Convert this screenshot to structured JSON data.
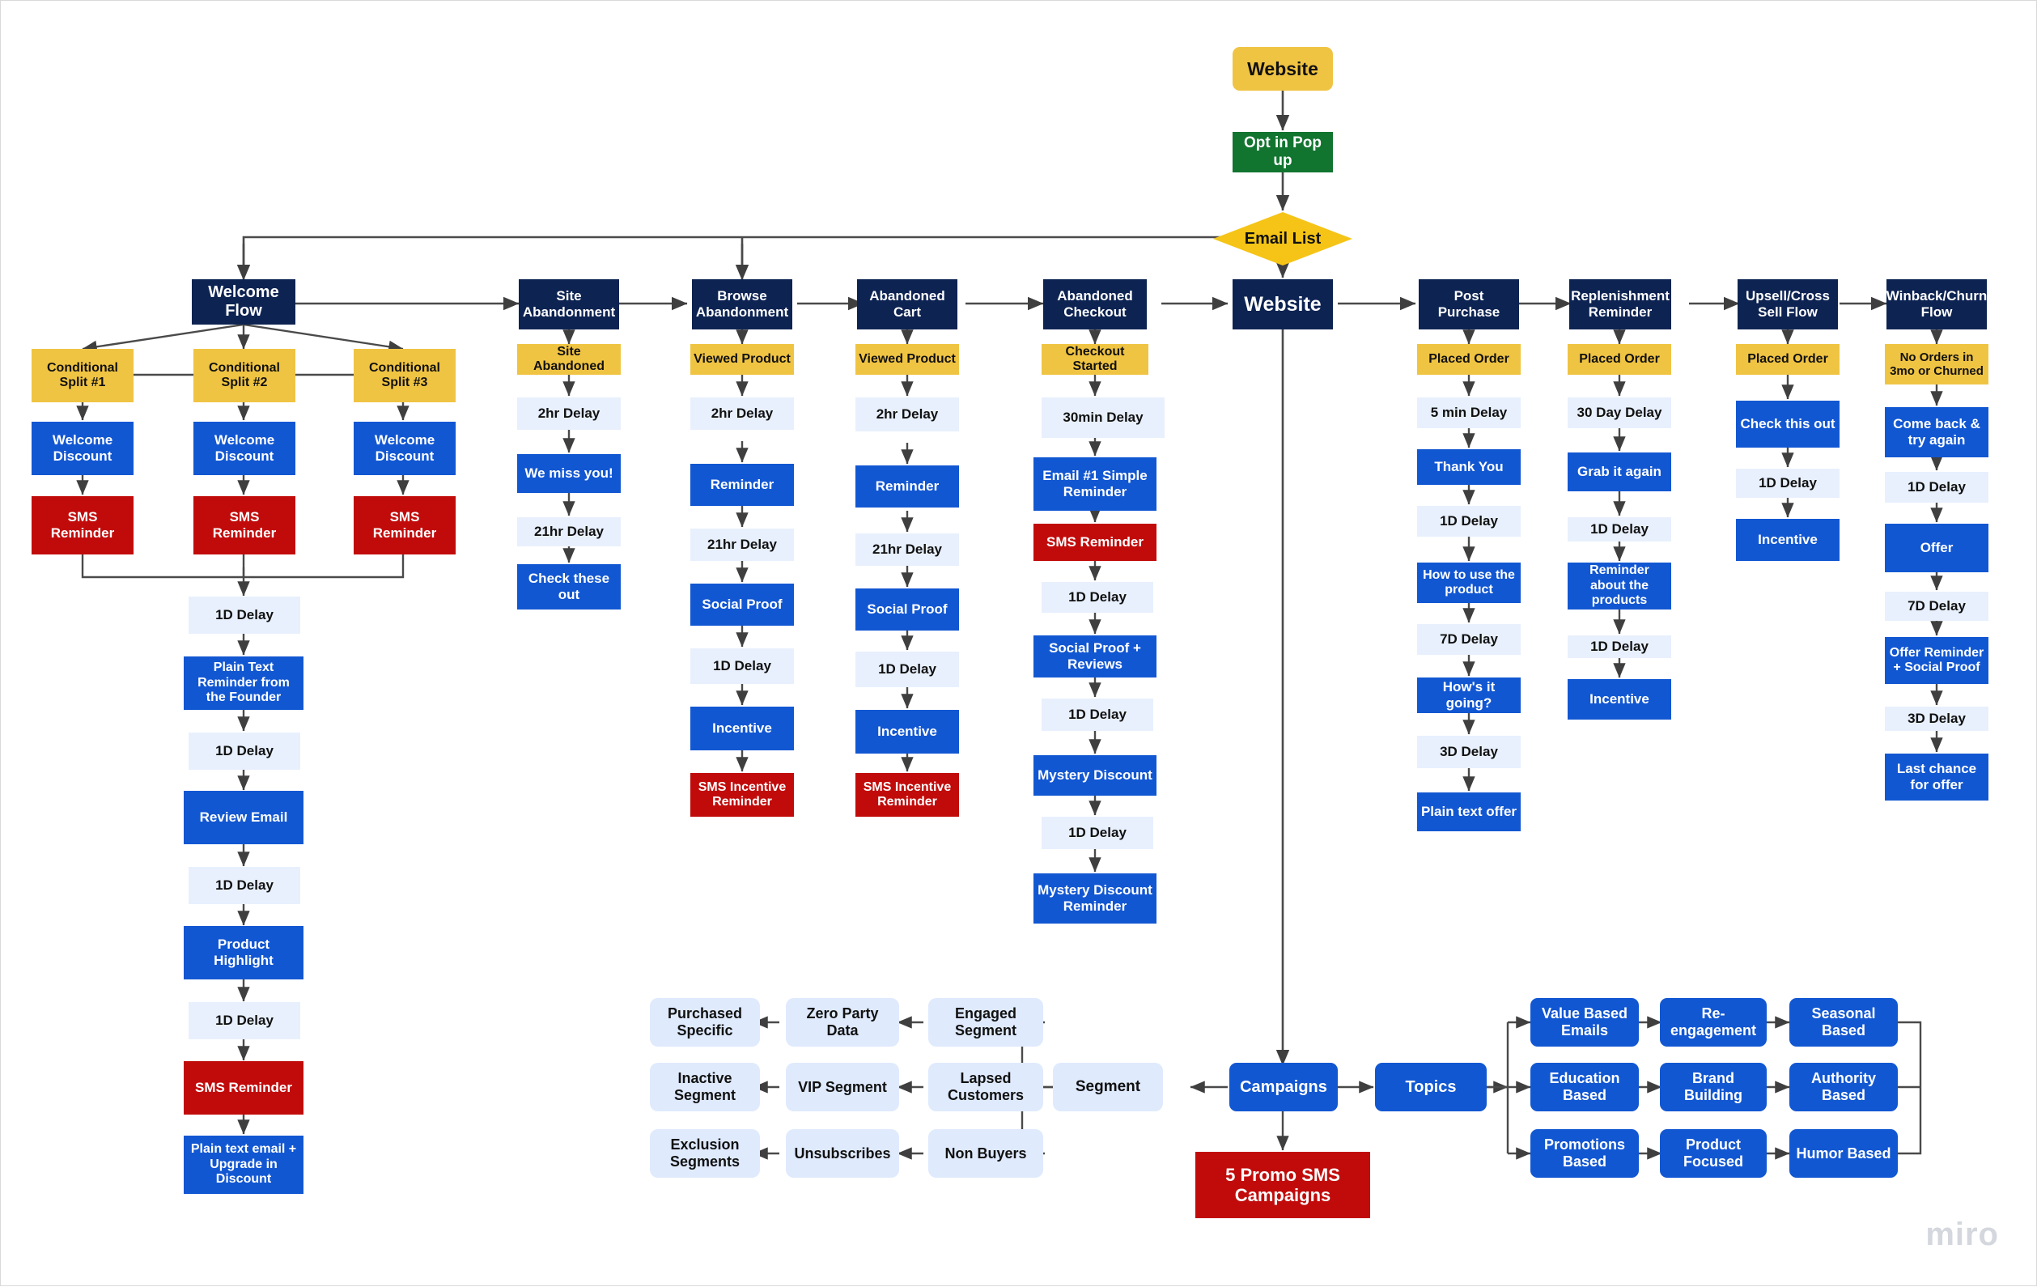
{
  "board": {
    "watermark": "miro",
    "colors": {
      "navy": "#0d2352",
      "gold": "#f0c443",
      "gold_diamond": "#f5c416",
      "green": "#11742f",
      "blue": "#1257d2",
      "red": "#c10b0b",
      "pale_blue": "#e8f0fd",
      "wire": "#4a4a4a",
      "background": "#ffffff"
    }
  },
  "entry": {
    "website_source": "Website",
    "opt_in": "Opt in Pop up",
    "email_list": "Email List",
    "website_hub": "Website"
  },
  "flows": [
    {
      "id": "welcome-flow",
      "header": "Welcome Flow",
      "splits": [
        "Conditional Split #1",
        "Conditional Split #2",
        "Conditional Split #3"
      ],
      "welcome_discount": "Welcome Discount",
      "sms_reminder": "SMS Reminder",
      "tail": [
        "1D Delay",
        "Plain Text Reminder from the Founder",
        "1D Delay",
        "Review Email",
        "1D Delay",
        "Product Highlight",
        "1D Delay",
        "SMS Reminder",
        "Plain text email + Upgrade in Discount"
      ]
    },
    {
      "id": "site-abandonment",
      "header": "Site Abandonment",
      "steps": [
        "Site Abandoned",
        "2hr Delay",
        "We miss you!",
        "21hr Delay",
        "Check these out"
      ]
    },
    {
      "id": "browse-abandonment",
      "header": "Browse Abandonment",
      "steps": [
        "Viewed Product",
        "2hr Delay",
        "Reminder",
        "21hr Delay",
        "Social Proof",
        "1D Delay",
        "Incentive",
        "SMS Incentive Reminder"
      ]
    },
    {
      "id": "abandoned-cart",
      "header": "Abandoned Cart",
      "steps": [
        "Viewed Product",
        "2hr Delay",
        "Reminder",
        "21hr Delay",
        "Social Proof",
        "1D Delay",
        "Incentive",
        "SMS Incentive Reminder"
      ]
    },
    {
      "id": "abandoned-checkout",
      "header": "Abandoned Checkout",
      "steps": [
        "Checkout Started",
        "30min Delay",
        "Email #1 Simple Reminder",
        "SMS Reminder",
        "1D Delay",
        "Social Proof + Reviews",
        "1D Delay",
        "Mystery Discount",
        "1D Delay",
        "Mystery Discount Reminder"
      ]
    },
    {
      "id": "post-purchase",
      "header": "Post Purchase",
      "steps": [
        "Placed Order",
        "5 min Delay",
        "Thank You",
        "1D Delay",
        "How to use the product",
        "7D Delay",
        "How's it going?",
        "3D Delay",
        "Plain text offer"
      ]
    },
    {
      "id": "replenishment-reminder",
      "header": "Replenishment Reminder",
      "steps": [
        "Placed Order",
        "30 Day Delay",
        "Grab it again",
        "1D Delay",
        "Reminder about the products",
        "1D Delay",
        "Incentive"
      ]
    },
    {
      "id": "upsell-cross-sell",
      "header": "Upsell/Cross Sell Flow",
      "steps": [
        "Placed Order",
        "Check this out",
        "1D Delay",
        "Incentive"
      ]
    },
    {
      "id": "winback-churn",
      "header": "Winback/Churn Flow",
      "steps": [
        "No Orders in 3mo or Churned",
        "Come back & try again",
        "1D Delay",
        "Offer",
        "7D Delay",
        "Offer Reminder + Social Proof",
        "3D Delay",
        "Last chance for offer"
      ]
    }
  ],
  "segments": {
    "hub": "Segment",
    "rows": [
      [
        "Purchased Specific",
        "Zero Party Data",
        "Engaged Segment"
      ],
      [
        "Inactive Segment",
        "VIP Segment",
        "Lapsed Customers"
      ],
      [
        "Exclusion Segments",
        "Unsubscribes",
        "Non Buyers"
      ]
    ]
  },
  "campaigns": {
    "campaigns_label": "Campaigns",
    "promo_sms": "5 Promo SMS Campaigns",
    "topics_label": "Topics",
    "topic_rows": [
      [
        "Value Based Emails",
        "Re-engagement",
        "Seasonal Based"
      ],
      [
        "Education Based",
        "Brand Building",
        "Authority Based"
      ],
      [
        "Promotions Based",
        "Product Focused",
        "Humor Based"
      ]
    ]
  }
}
